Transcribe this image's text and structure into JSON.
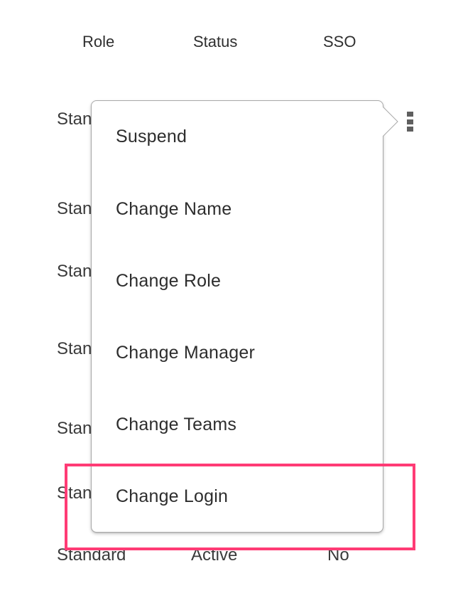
{
  "table": {
    "headers": {
      "role": "Role",
      "status": "Status",
      "sso": "SSO"
    },
    "rows": [
      {
        "role": "Standard",
        "status": "",
        "sso": ""
      },
      {
        "role": "Standard",
        "status": "",
        "sso": ""
      },
      {
        "role": "Standard",
        "status": "",
        "sso": ""
      },
      {
        "role": "Standard",
        "status": "",
        "sso": ""
      },
      {
        "role": "Standard",
        "status": "",
        "sso": ""
      },
      {
        "role": "Standard",
        "status": "",
        "sso": ""
      },
      {
        "role": "Standard",
        "status": "Active",
        "sso": "No"
      }
    ]
  },
  "actions_menu": {
    "icon": "kebab-menu-icon",
    "items": [
      {
        "label": "Suspend"
      },
      {
        "label": "Change Name"
      },
      {
        "label": "Change Role"
      },
      {
        "label": "Change Manager"
      },
      {
        "label": "Change Teams"
      },
      {
        "label": "Change Login"
      }
    ]
  },
  "highlight": {
    "target": "Change Login",
    "color": "#ff3b75"
  }
}
